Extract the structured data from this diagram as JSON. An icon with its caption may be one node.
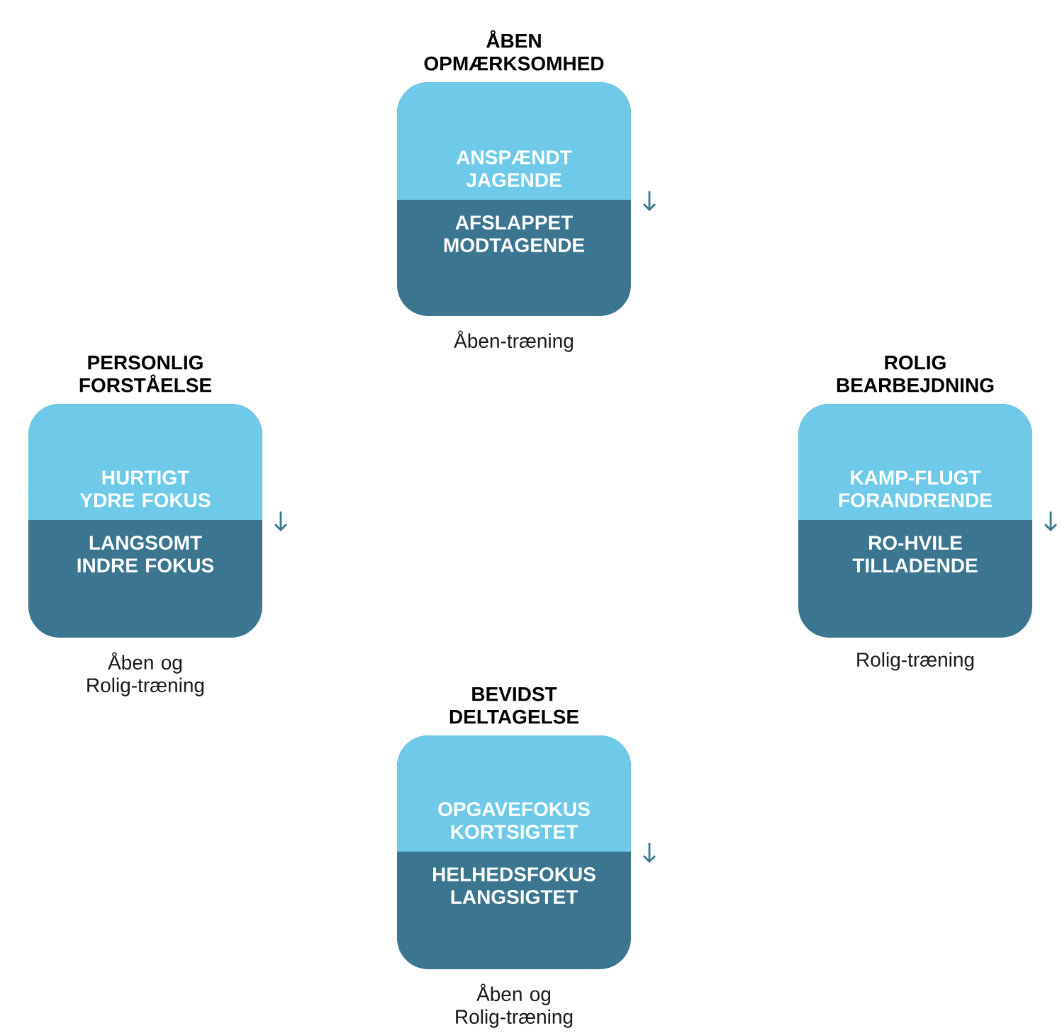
{
  "diagram": {
    "nodes": [
      {
        "text": [
          "ÅBEN OPMÆRKSOMHED"
        ],
        "beside": [
          "Åben-træning"
        ]
      },
      {
        "text": [
          "ANSPÆNDT JAGENDE"
        ],
        "in": 0
      },
      {
        "text": [
          "AFSLAPPET MODTAGENDE"
        ],
        "in": 0
      },
      {
        "text": [
          "PERSONLIG FORSTÅELSE"
        ],
        "beside": [
          "Åben og Rolig-træning"
        ]
      },
      {
        "text": [
          "HURTIGT YDRE FOKUS"
        ],
        "in": 3
      },
      {
        "text": [
          "LANGSOMT INDRE FOKUS"
        ],
        "in": 3
      },
      {
        "text": [
          "ROLIG BEARBEJDNING"
        ],
        "beside": [
          "Rolig-træning"
        ]
      },
      {
        "text": [
          "KAMP-FLUGT FORANDRENDE"
        ],
        "in": 6
      },
      {
        "text": [
          "RO-HVILE TILLADENDE"
        ],
        "in": 6
      },
      {
        "text": [
          "BEVIDST DELTAGELSE"
        ],
        "beside": [
          "Åben og Rolig-træning"
        ]
      },
      {
        "text": [
          "OPGAVEFOKUS KORTSIGTET"
        ],
        "in": 9
      },
      {
        "text": [
          "HELHEDSFOKUS LANGSIGTET"
        ],
        "in": 9
      }
    ],
    "edges": []
  }
}
